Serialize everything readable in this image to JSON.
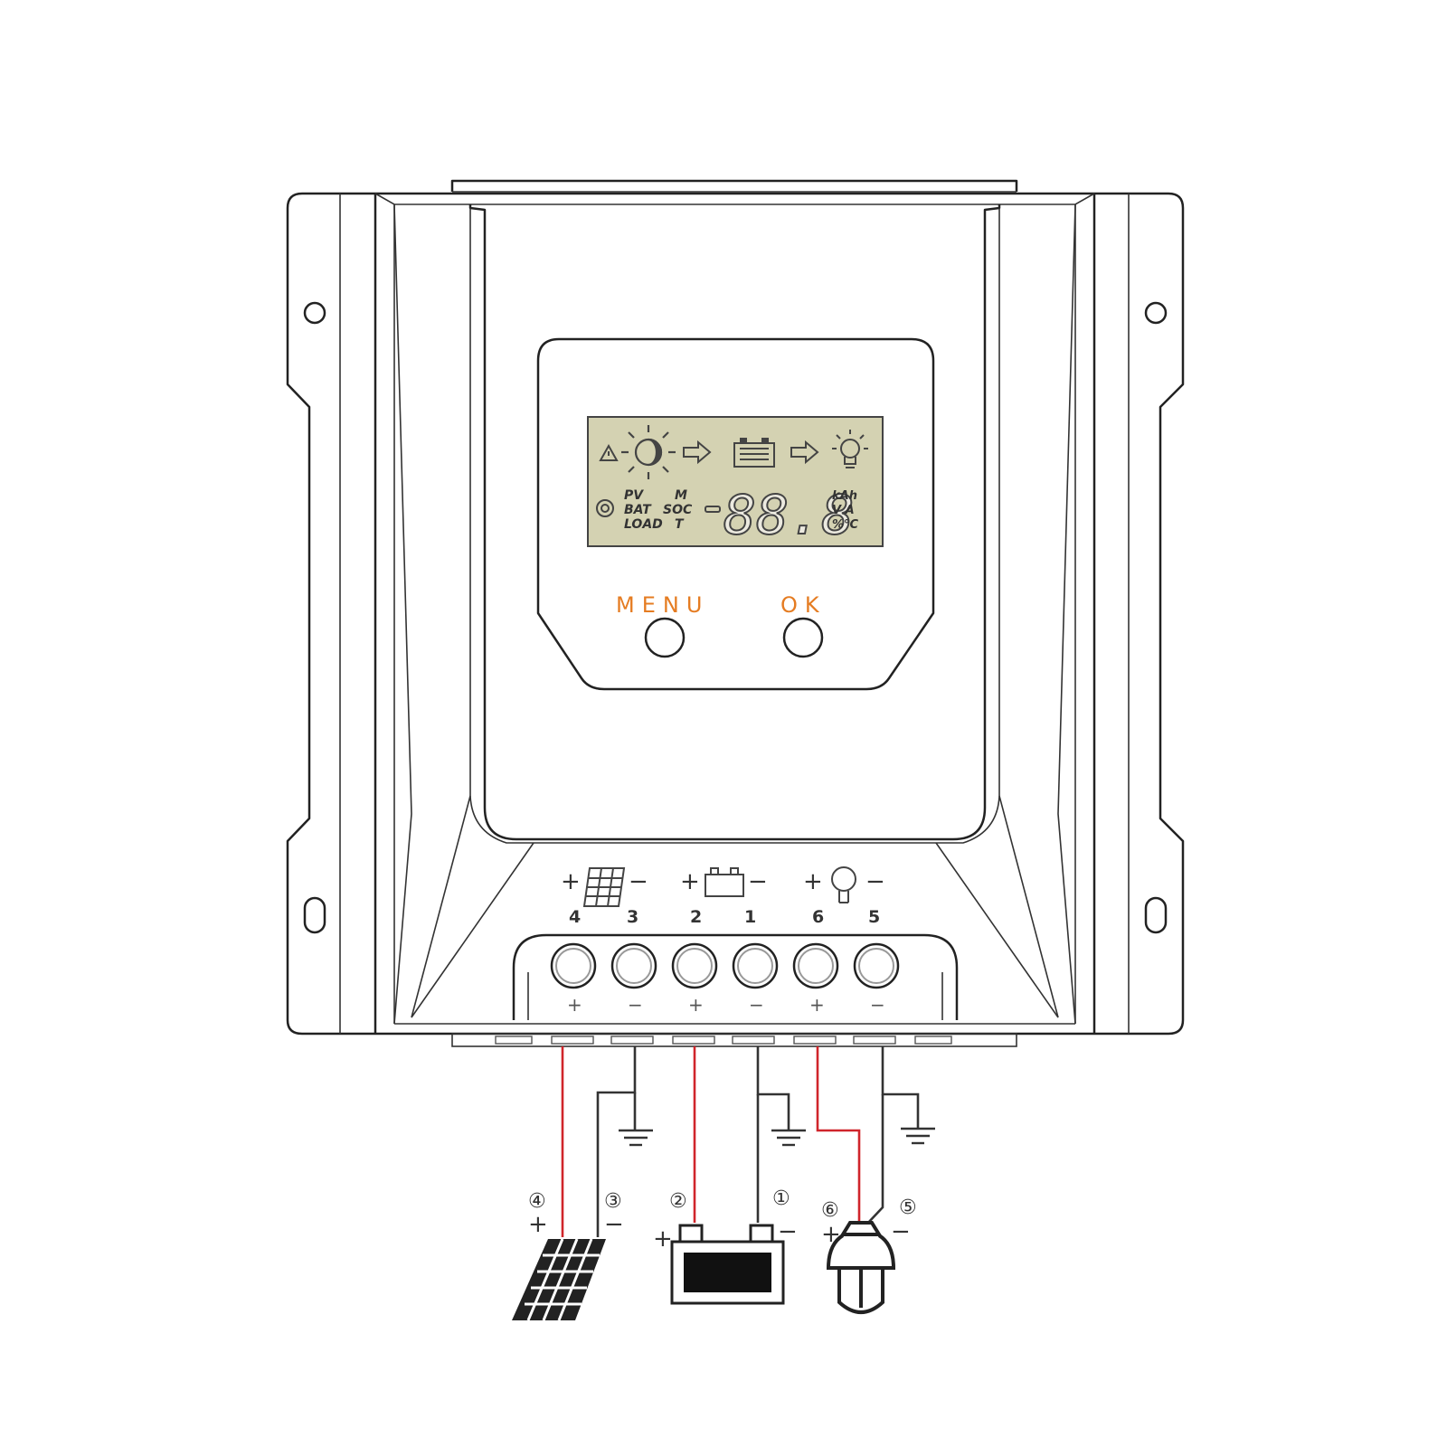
{
  "lcd": {
    "mode_labels": [
      "PV",
      "BAT",
      "LOAD"
    ],
    "sub_labels": [
      "M",
      "SOC",
      "T"
    ],
    "reading": "88.8",
    "unit_labels": [
      "kAh",
      "V A",
      "%°C"
    ]
  },
  "buttons": {
    "menu": "MENU",
    "ok": "OK"
  },
  "terminal_groups": [
    {
      "plus": "+",
      "minus": "−",
      "pin_plus": "4",
      "pin_minus": "3",
      "icon": "solar-panel-icon"
    },
    {
      "plus": "+",
      "minus": "−",
      "pin_plus": "2",
      "pin_minus": "1",
      "icon": "battery-icon"
    },
    {
      "plus": "+",
      "minus": "−",
      "pin_plus": "6",
      "pin_minus": "5",
      "icon": "bulb-icon"
    }
  ],
  "terminal_polarity": [
    "+",
    "−",
    "+",
    "−",
    "+",
    "−"
  ],
  "wiring": [
    {
      "device": "solar-panel",
      "num_plus": "④",
      "num_minus": "③",
      "plus": "+",
      "minus": "−"
    },
    {
      "device": "battery",
      "num_plus": "②",
      "num_minus": "①",
      "plus": "+",
      "minus": "−"
    },
    {
      "device": "lamp",
      "num_plus": "⑥",
      "num_minus": "⑤",
      "plus": "+",
      "minus": "−"
    }
  ],
  "colors": {
    "positive_wire": "#d0252b",
    "negative_wire": "#333333",
    "button_text": "#e57c22",
    "lcd_bg": "#d4d2b2"
  }
}
